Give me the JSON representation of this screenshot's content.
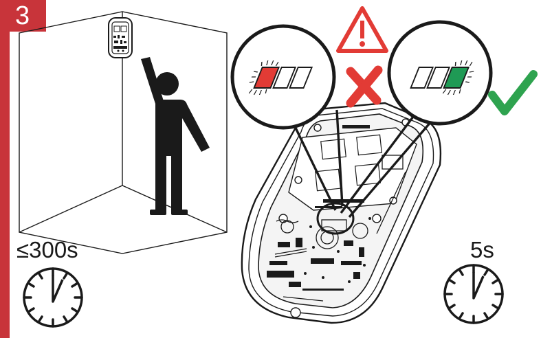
{
  "step": {
    "number": "3",
    "accent_color": "#c8343a"
  },
  "timers": {
    "left_label": "≤300s",
    "right_label": "5s"
  },
  "status": {
    "bad_led_color": "#e23b35",
    "good_led_color": "#1f9a55",
    "cross_color": "#e23b35",
    "check_color": "#2ea34f",
    "warning_color": "#e23b35"
  },
  "icons": {
    "warning": "warning-triangle-icon",
    "cross": "cross-icon",
    "check": "check-icon",
    "clock": "clock-icon",
    "person": "person-icon"
  }
}
